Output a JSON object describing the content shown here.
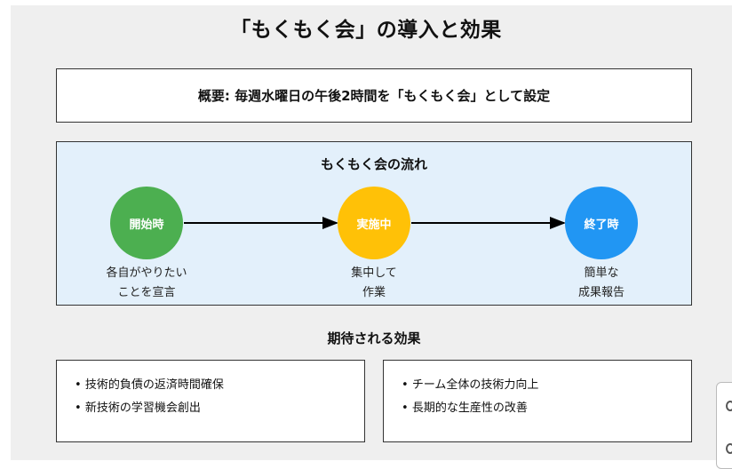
{
  "title": "「もくもく会」の導入と効果",
  "summary": "概要: 毎週水曜日の午後2時間を「もくもく会」として設定",
  "flow": {
    "title": "もくもく会の流れ",
    "steps": [
      {
        "label": "開始時",
        "caption_line1": "各自がやりたい",
        "caption_line2": "ことを宣言",
        "color": "#4caf50"
      },
      {
        "label": "実施中",
        "caption_line1": "集中して",
        "caption_line2": "作業",
        "color": "#ffc107"
      },
      {
        "label": "終了時",
        "caption_line1": "簡単な",
        "caption_line2": "成果報告",
        "color": "#2196f3"
      }
    ]
  },
  "effects": {
    "heading": "期待される効果",
    "left": [
      "技術的負債の返済時間確保",
      "新技術の学習機会創出"
    ],
    "right": [
      "チーム全体の技術力向上",
      "長期的な生産性の改善"
    ]
  }
}
